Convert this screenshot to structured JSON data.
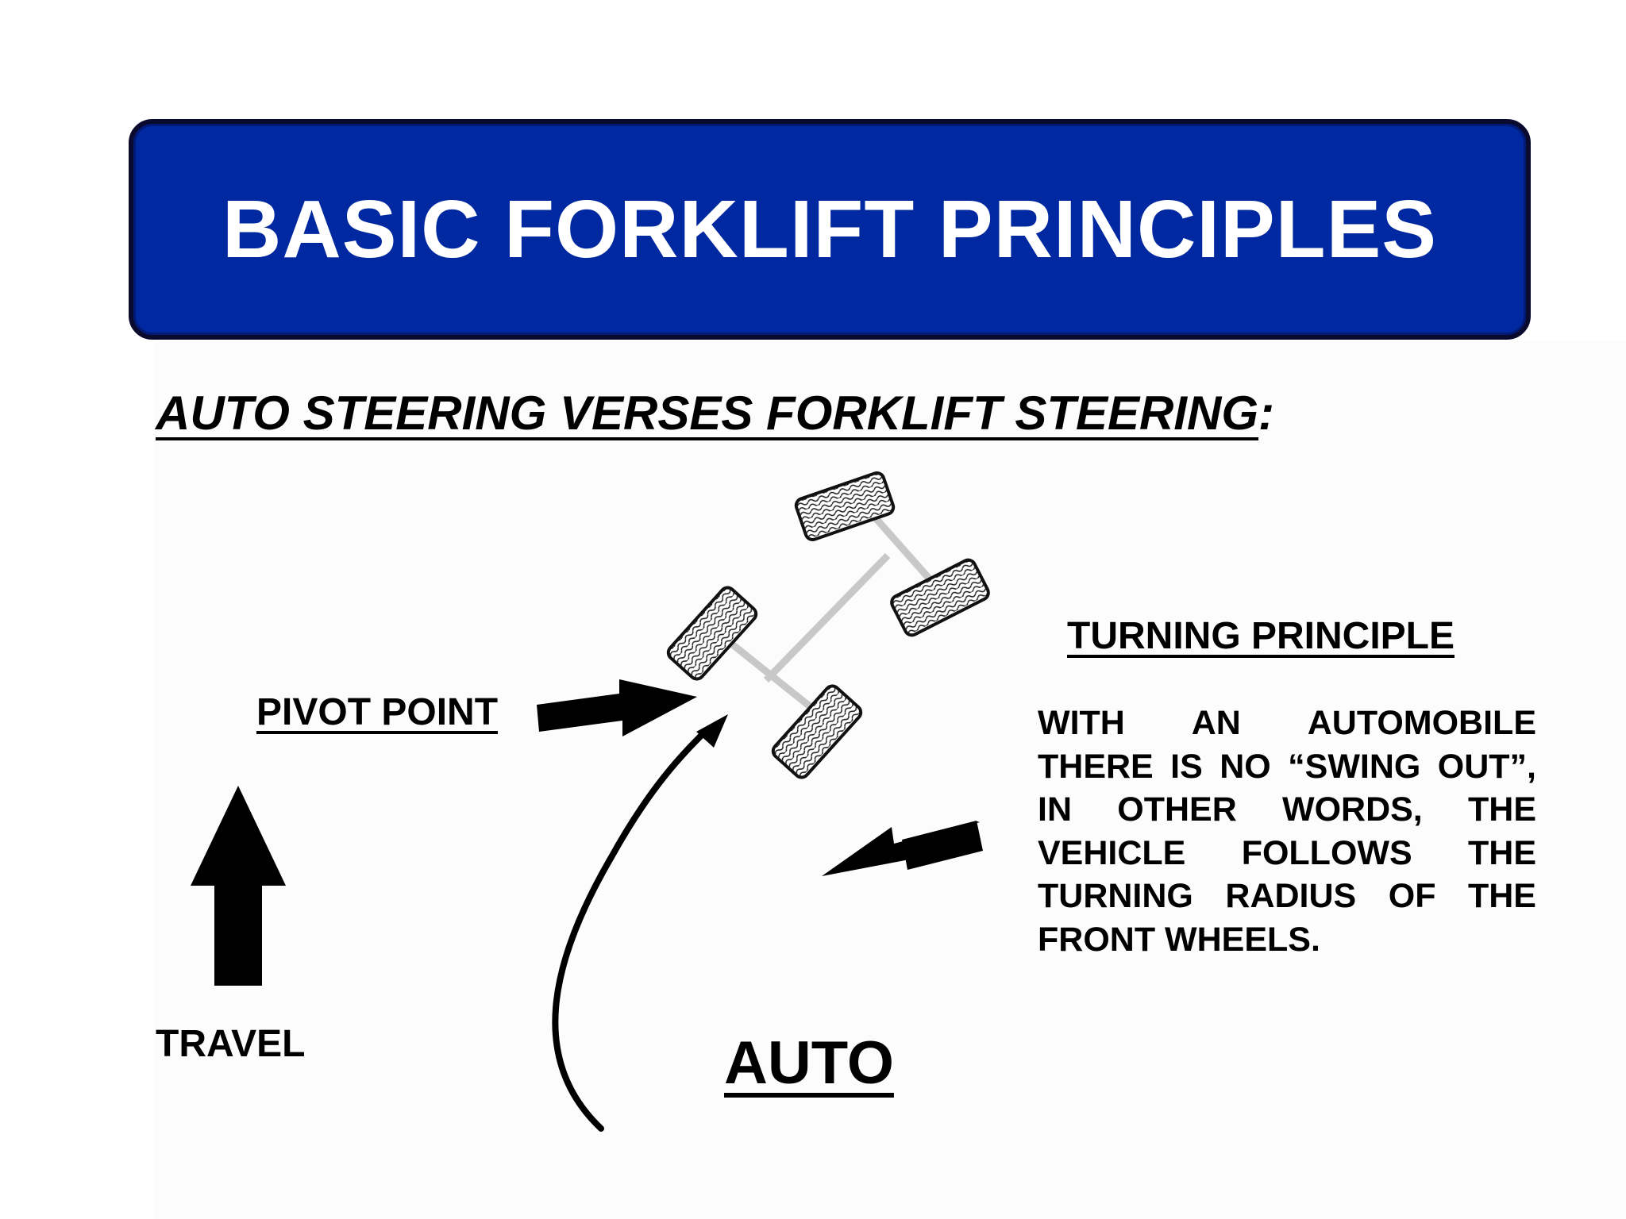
{
  "title": "BASIC FORKLIFT PRINCIPLES",
  "subtitle": {
    "main": "AUTO STEERING VERSES FORKLIFT STEERING",
    "suffix": ":"
  },
  "labels": {
    "pivot_point": "PIVOT POINT",
    "travel": "TRAVEL",
    "auto": "AUTO"
  },
  "turning_principle": {
    "heading": "TURNING PRINCIPLE",
    "body": "WITH AN AUTOMOBILE THERE IS NO “SWING OUT”, IN OTHER WORDS, THE VEHICLE FOLLOWS THE TURNING RADIUS OF THE FRONT WHEELS."
  },
  "colors": {
    "banner": "#0028a0",
    "banner_border": "#0a0a2e",
    "axle": "#c8c8c8",
    "arrow": "#000000"
  },
  "icons": {
    "travel_arrow": "up-arrow-icon",
    "pivot_arrow": "right-arrow-icon",
    "swing_arrow": "left-arrow-icon",
    "path_arrow": "curved-arrow-icon"
  }
}
